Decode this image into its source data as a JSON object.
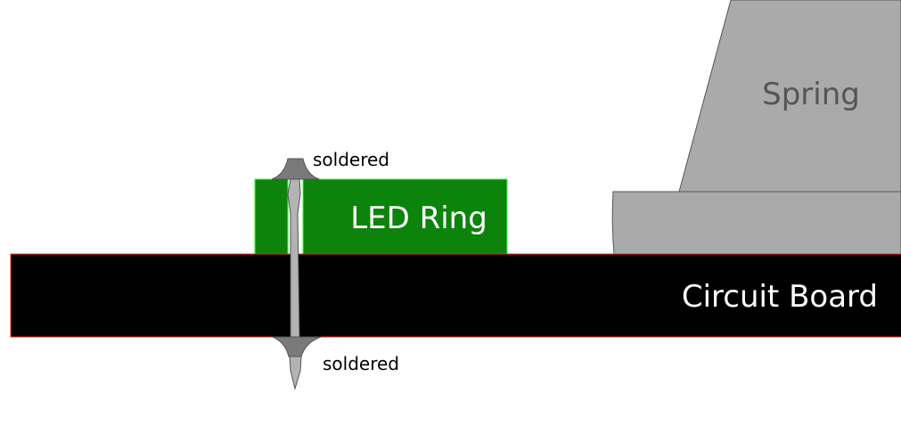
{
  "labels": {
    "spring": "Spring",
    "led_ring": "LED Ring",
    "circuit_board": "Circuit Board",
    "solder_top": "soldered",
    "solder_bottom": "soldered"
  },
  "colors": {
    "board": "#000000",
    "board_outline": "#ff2020",
    "led_ring": "#0c840c",
    "led_ring_outline": "#33ff33",
    "spring": "#aaaaaa",
    "spring_outline": "#555555",
    "spring_text": "#555555",
    "pin": "#b3b3b3",
    "solder": "#7a7a7a"
  }
}
